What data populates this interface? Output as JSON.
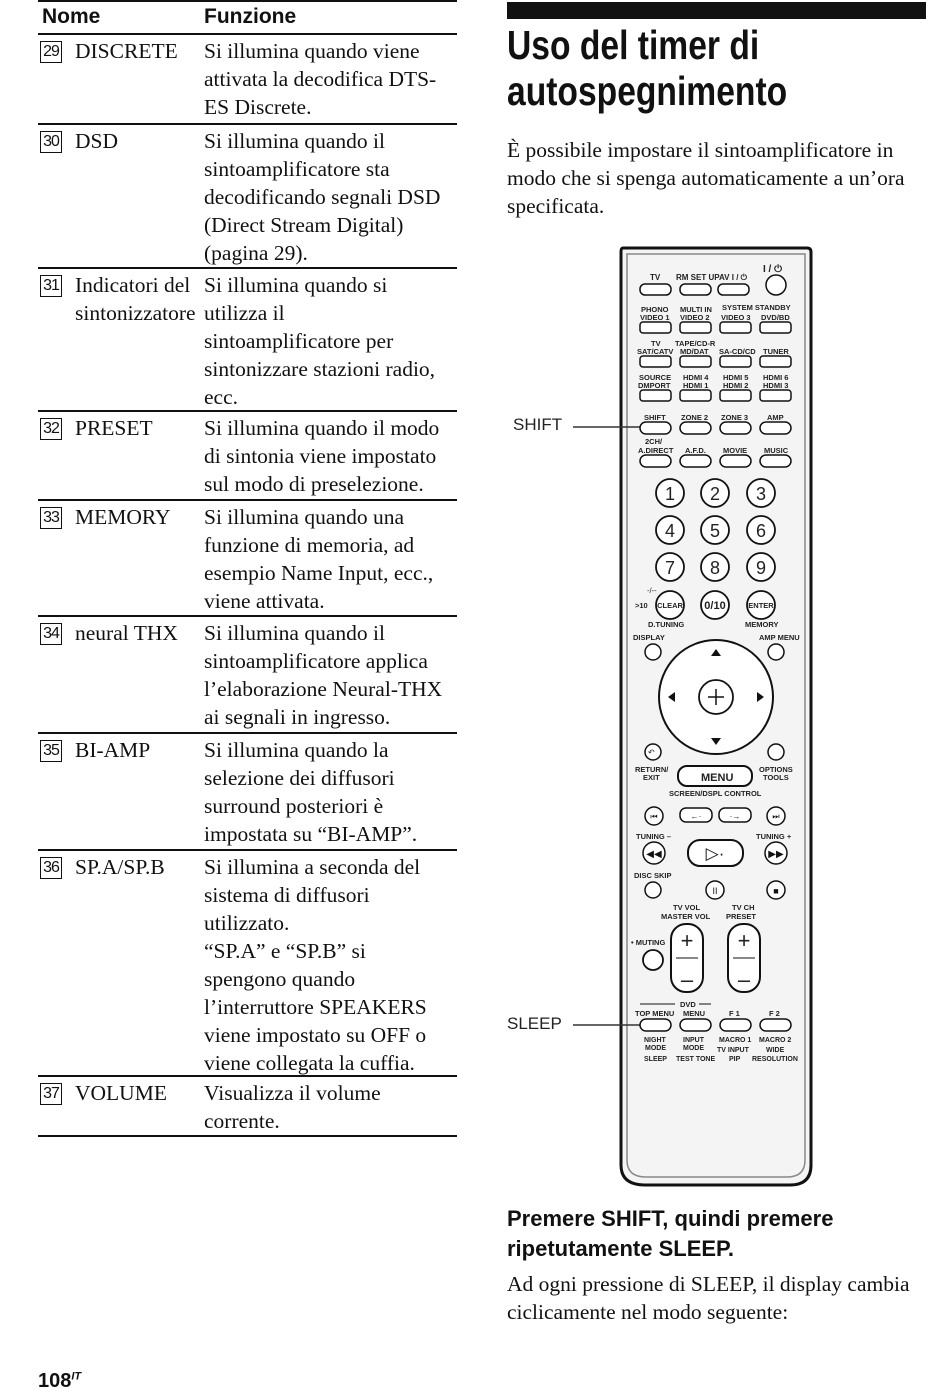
{
  "table": {
    "header": {
      "name": "Nome",
      "function": "Funzione"
    },
    "rows": [
      {
        "num": "29",
        "name": "DISCRETE",
        "desc": "Si illumina quando viene\nattivata la decodifica DTS-\nES Discrete."
      },
      {
        "num": "30",
        "name": "DSD",
        "desc": "Si illumina quando il\nsintoamplificatore sta\ndecodificando segnali DSD\n(Direct Stream Digital)\n(pagina 29)."
      },
      {
        "num": "31",
        "name": "Indicatori del sintonizzatore",
        "desc": "Si illumina quando si\nutilizza il\nsintoamplificatore per\nsintonizzare stazioni radio,\necc."
      },
      {
        "num": "32",
        "name": "PRESET",
        "desc": "Si illumina quando il modo\ndi sintonia viene impostato\nsul modo di preselezione."
      },
      {
        "num": "33",
        "name": "MEMORY",
        "desc": "Si illumina quando una\nfunzione di memoria, ad\nesempio Name Input, ecc.,\nviene attivata."
      },
      {
        "num": "34",
        "name": "neural THX",
        "desc": "Si illumina quando il\nsintoamplificatore applica\nl’elaborazione Neural-THX\nai segnali in ingresso."
      },
      {
        "num": "35",
        "name": "BI-AMP",
        "desc": "Si illumina quando la\nselezione dei diffusori\nsurround posteriori è\nimpostata su “BI-AMP”."
      },
      {
        "num": "36",
        "name": "SP.A/SP.B",
        "desc": "Si illumina a seconda del\nsistema di diffusori\nutilizzato.\n“SP.A” e “SP.B” si\nspengono quando\nl’interruttore SPEAKERS\nviene impostato su OFF o\nviene collegata la cuffia."
      },
      {
        "num": "37",
        "name": "VOLUME",
        "desc": "Visualizza il volume\ncorrente."
      }
    ]
  },
  "section": {
    "title": "Uso del timer di autospegnimento",
    "intro": "È possibile impostare il sintoamplificatore in modo che si spenga automaticamente a un’ora specificata.",
    "step": "Premere SHIFT, quindi premere ripetutamente SLEEP.",
    "step_desc": "Ad ogni pressione di SLEEP, il display cambia ciclicamente nel modo seguente:"
  },
  "remote": {
    "callouts": {
      "shift": "SHIFT",
      "sleep": "SLEEP"
    },
    "labels": {
      "tv": "TV",
      "rm_set_up": "RM SET UP",
      "av": "AV I / ⏻",
      "power": "I / ⏻",
      "phono": "PHONO",
      "video1": "VIDEO 1",
      "multi_in": "MULTI IN",
      "video2": "VIDEO 2",
      "system_standby": "SYSTEM STANDBY",
      "video3": "VIDEO 3",
      "dvd_bd": "DVD/BD",
      "tv2": "TV",
      "sat_catv": "SAT/CATV",
      "tape_cdr": "TAPE/CD-R",
      "md_dat": "MD/DAT",
      "sa_cd": "SA-CD/CD",
      "tuner": "TUNER",
      "source": "SOURCE",
      "dmport": "DMPORT",
      "hdmi4": "HDMI 4",
      "hdmi1": "HDMI 1",
      "hdmi5": "HDMI 5",
      "hdmi2": "HDMI 2",
      "hdmi6": "HDMI 6",
      "hdmi3": "HDMI 3",
      "shift": "SHIFT",
      "zone2": "ZONE 2",
      "zone3": "ZONE 3",
      "amp": "AMP",
      "2ch": "2CH/",
      "adirect": "A.DIRECT",
      "afd": "A.F.D.",
      "movie": "MOVIE",
      "music": "MUSIC",
      "n1": "1",
      "n2": "2",
      "n3": "3",
      "n4": "4",
      "n5": "5",
      "n6": "6",
      "n7": "7",
      "n8": "8",
      "n9": "9",
      "dash": "-/--",
      "gt10": ">10",
      "clear": "CLEAR",
      "n010": "0/10",
      "enter": "ENTER",
      "dtuning": "D.TUNING",
      "memory": "MEMORY",
      "display": "DISPLAY",
      "amp_menu": "AMP MENU",
      "return": "RETURN/",
      "exit": "EXIT",
      "menu": "MENU",
      "options": "OPTIONS",
      "tools": "TOOLS",
      "screen_ctrl": "SCREEN/DSPL CONTROL",
      "tuning_minus": "TUNING –",
      "tuning_plus": "TUNING +",
      "disc_skip": "DISC SKIP",
      "tv_vol": "TV VOL",
      "master_vol": "MASTER VOL",
      "tv_ch": "TV CH",
      "preset": "PRESET",
      "muting": "• MUTING",
      "plus": "+",
      "minus": "–",
      "dvd": "DVD",
      "top_menu": "TOP MENU",
      "menu2": "MENU",
      "f1": "F 1",
      "f2": "F 2",
      "night": "NIGHT",
      "mode": "MODE",
      "sleep": "SLEEP",
      "input": "INPUT",
      "mode2": "MODE",
      "test_tone": "TEST TONE",
      "macro1": "MACRO 1",
      "tv_input": "TV INPUT",
      "pip": "PIP",
      "macro2": "MACRO 2",
      "wide": "WIDE",
      "resolution": "RESOLUTION"
    }
  },
  "footer": {
    "page": "108",
    "lang": "IT"
  }
}
